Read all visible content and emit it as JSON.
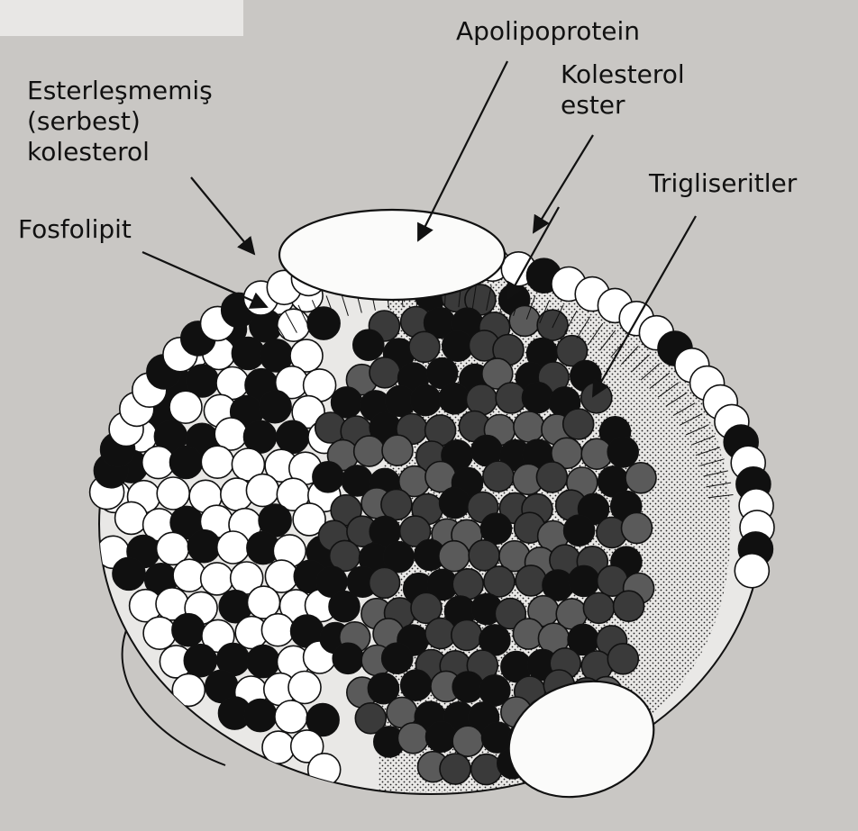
{
  "labels": {
    "apolipoprotein": "Apolipoprotein",
    "kolesterol_ester": [
      "Kolesterol",
      "ester"
    ],
    "esterlesmemis": [
      "Esterleşmemiş",
      "(serbest)",
      "kolesterol"
    ],
    "fosfolipit": "Fosfolipit",
    "trigliseritler": "Trigliseritler"
  },
  "colors": {
    "page": "#c9c7c4",
    "phospholipid": "#ffffff",
    "free_cholesterol": "#101010",
    "core_triglyceride": "#3a3a3a",
    "core_cholesterol_ester": "#5a5a5a",
    "ink": "#111111"
  }
}
